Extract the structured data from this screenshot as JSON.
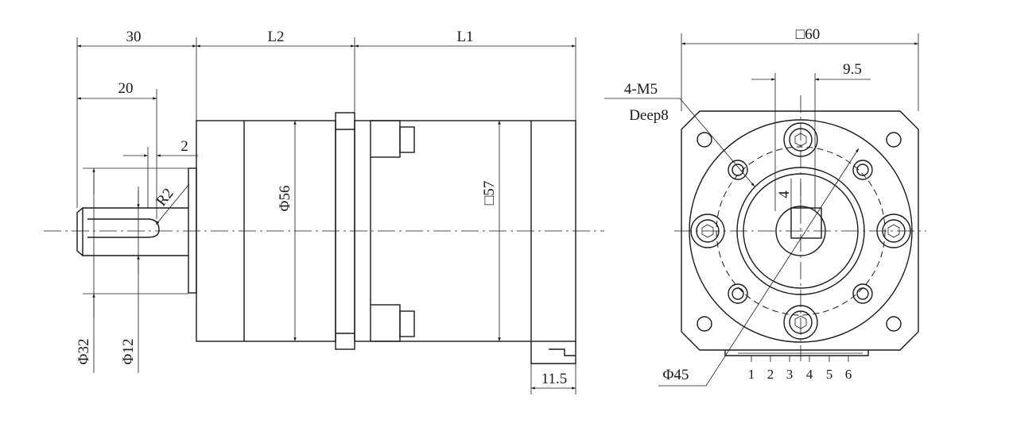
{
  "dimensions": {
    "shaft_length": "30",
    "key_length": "20",
    "key_offset": "2",
    "key_radius": "R2",
    "gearbox_length": "L2",
    "motor_length": "L1",
    "gearbox_diameter": "Φ56",
    "motor_square": "□57",
    "flange_diameter": "Φ32",
    "shaft_diameter": "Φ12",
    "connector_height": "11.5",
    "front_square": "□60",
    "key_height": "9.5",
    "key_width": "4",
    "hole_spec": "4-M5",
    "hole_depth": "Deep8",
    "bolt_circle": "Φ45"
  },
  "connector_pins": [
    "1",
    "2",
    "3",
    "4",
    "5",
    "6"
  ]
}
